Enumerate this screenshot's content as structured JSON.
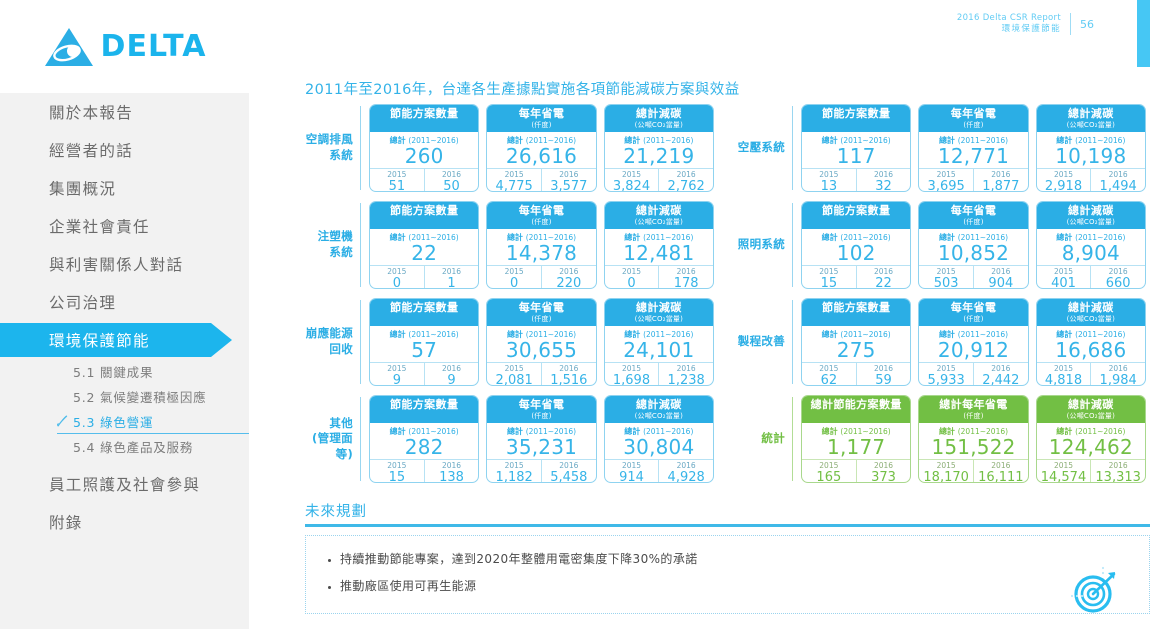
{
  "header": {
    "report_title": "2016 Delta CSR Report",
    "report_subtitle": "環境保護節能",
    "page_number": "56"
  },
  "brand": {
    "logo_text": "DELTA",
    "accent_blue": "#2BAEE5",
    "accent_green": "#72BF44",
    "header_blue": "#63CCF4"
  },
  "sidebar": {
    "items": [
      {
        "label": "關於本報告",
        "active": false
      },
      {
        "label": "經營者的話",
        "active": false
      },
      {
        "label": "集團概況",
        "active": false
      },
      {
        "label": "企業社會責任",
        "active": false
      },
      {
        "label": "與利害關係人對話",
        "active": false
      },
      {
        "label": "公司治理",
        "active": false
      },
      {
        "label": "環境保護節能",
        "active": true
      }
    ],
    "sub_items": [
      {
        "label": "5.1 關鍵成果",
        "active": false
      },
      {
        "label": "5.2 氣候變遷積極因應",
        "active": false
      },
      {
        "label": "5.3 綠色營運",
        "active": true
      },
      {
        "label": "5.4 綠色產品及服務",
        "active": false
      }
    ],
    "items_after": [
      {
        "label": "員工照護及社會參與",
        "active": false
      },
      {
        "label": "附錄",
        "active": false
      }
    ]
  },
  "main": {
    "section_title": "2011年至2016年，台達各生產據點實施各項節能減碳方案與效益",
    "column_headers": [
      {
        "title": "節能方案數量",
        "subtitle": ""
      },
      {
        "title": "每年省電",
        "subtitle": "(仟度)"
      },
      {
        "title": "總計減碳",
        "subtitle": "(公噸CO₂當量)"
      }
    ],
    "total_column_headers": [
      {
        "title": "總計節能方案數量",
        "subtitle": ""
      },
      {
        "title": "總計每年省電",
        "subtitle": "(仟度)"
      },
      {
        "title": "總計減碳",
        "subtitle": "(公噸CO₂當量)"
      }
    ],
    "total_label": "總計",
    "total_years": "(2011~2016)",
    "year_labels": [
      "2015",
      "2016"
    ]
  },
  "chart_data": {
    "type": "table",
    "title": "2011年至2016年，台達各生產據點實施各項節能減碳方案與效益",
    "metrics": [
      "節能方案數量",
      "每年省電 (仟度)",
      "總計減碳 (公噸CO₂當量)"
    ],
    "periods": [
      "總計 (2011~2016)",
      "2015",
      "2016"
    ],
    "rows": [
      {
        "label": "空調排風系統",
        "column": "left",
        "is_total": false,
        "cells": [
          {
            "total": "260",
            "y2015": "51",
            "y2016": "50"
          },
          {
            "total": "26,616",
            "y2015": "4,775",
            "y2016": "3,577"
          },
          {
            "total": "21,219",
            "y2015": "3,824",
            "y2016": "2,762"
          }
        ]
      },
      {
        "label": "注塑機系統",
        "column": "left",
        "is_total": false,
        "cells": [
          {
            "total": "22",
            "y2015": "0",
            "y2016": "1"
          },
          {
            "total": "14,378",
            "y2015": "0",
            "y2016": "220"
          },
          {
            "total": "12,481",
            "y2015": "0",
            "y2016": "178"
          }
        ]
      },
      {
        "label": "崩應能源回收",
        "column": "left",
        "is_total": false,
        "cells": [
          {
            "total": "57",
            "y2015": "9",
            "y2016": "9"
          },
          {
            "total": "30,655",
            "y2015": "2,081",
            "y2016": "1,516"
          },
          {
            "total": "24,101",
            "y2015": "1,698",
            "y2016": "1,238"
          }
        ]
      },
      {
        "label": "其他(管理面等)",
        "column": "left",
        "is_total": false,
        "cells": [
          {
            "total": "282",
            "y2015": "15",
            "y2016": "138"
          },
          {
            "total": "35,231",
            "y2015": "1,182",
            "y2016": "5,458"
          },
          {
            "total": "30,804",
            "y2015": "914",
            "y2016": "4,928"
          }
        ]
      },
      {
        "label": "空壓系統",
        "column": "right",
        "is_total": false,
        "cells": [
          {
            "total": "117",
            "y2015": "13",
            "y2016": "32"
          },
          {
            "total": "12,771",
            "y2015": "3,695",
            "y2016": "1,877"
          },
          {
            "total": "10,198",
            "y2015": "2,918",
            "y2016": "1,494"
          }
        ]
      },
      {
        "label": "照明系統",
        "column": "right",
        "is_total": false,
        "cells": [
          {
            "total": "102",
            "y2015": "15",
            "y2016": "22"
          },
          {
            "total": "10,852",
            "y2015": "503",
            "y2016": "904"
          },
          {
            "total": "8,904",
            "y2015": "401",
            "y2016": "660"
          }
        ]
      },
      {
        "label": "製程改善",
        "column": "right",
        "is_total": false,
        "cells": [
          {
            "total": "275",
            "y2015": "62",
            "y2016": "59"
          },
          {
            "total": "20,912",
            "y2015": "5,933",
            "y2016": "2,442"
          },
          {
            "total": "16,686",
            "y2015": "4,818",
            "y2016": "1,984"
          }
        ]
      },
      {
        "label": "統計",
        "column": "right",
        "is_total": true,
        "cells": [
          {
            "total": "1,177",
            "y2015": "165",
            "y2016": "373"
          },
          {
            "total": "151,522",
            "y2015": "18,170",
            "y2016": "16,111"
          },
          {
            "total": "124,462",
            "y2015": "14,574",
            "y2016": "13,313"
          }
        ]
      }
    ]
  },
  "future_plan": {
    "title": "未來規劃",
    "bullets": [
      "持續推動節能專案，達到2020年整體用電密集度下降30%的承諾",
      "推動廠區使用可再生能源"
    ],
    "icon": "target-icon"
  }
}
